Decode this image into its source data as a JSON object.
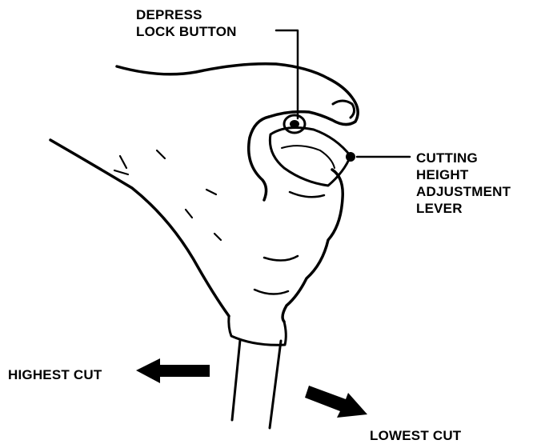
{
  "labels": {
    "depress_lock_button": [
      "DEPRESS",
      "LOCK BUTTON"
    ],
    "cutting_height_lever": [
      "CUTTING",
      "HEIGHT",
      "ADJUSTMENT",
      "LEVER"
    ],
    "highest_cut": "HIGHEST CUT",
    "lowest_cut": "LOWEST CUT"
  },
  "colors": {
    "ink": "#000000",
    "background": "#ffffff"
  }
}
